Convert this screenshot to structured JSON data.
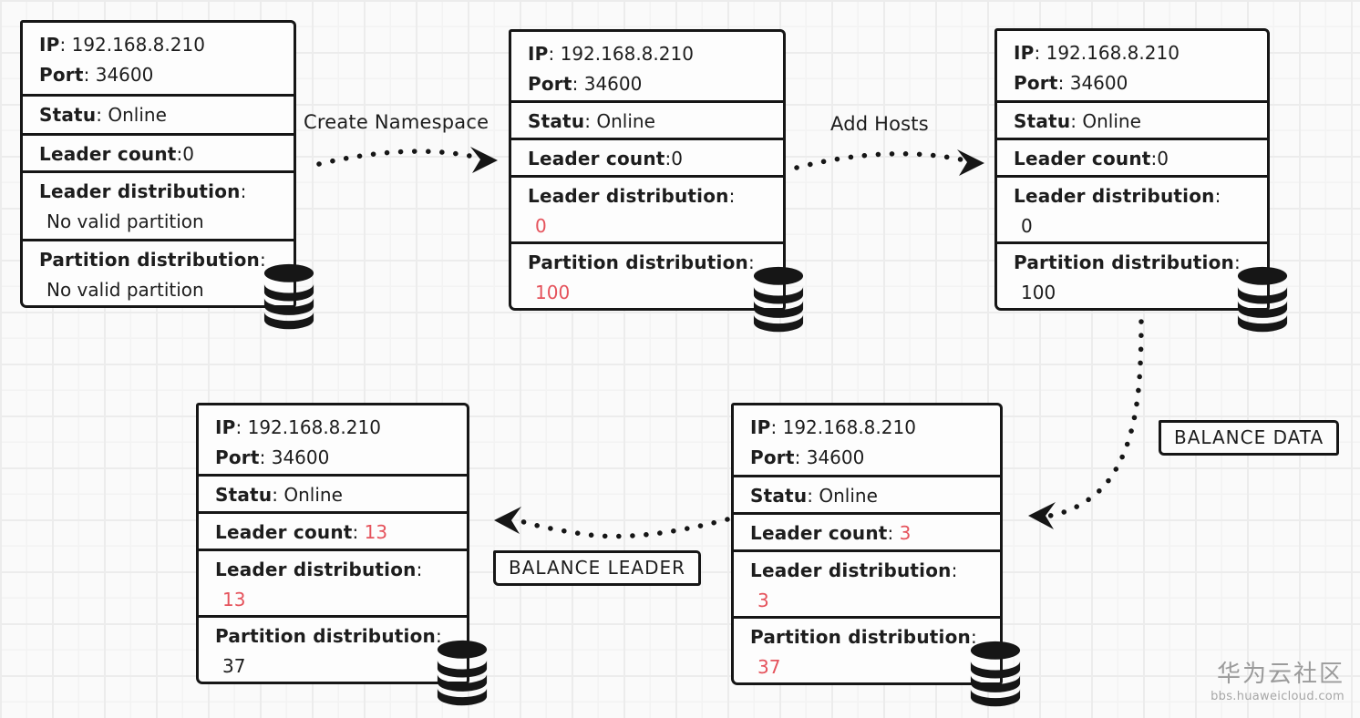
{
  "colors": {
    "ink": "#1d1d1d",
    "red": "#e5535c",
    "watermark": "#9b9b9b"
  },
  "boxes": [
    {
      "name": "node-state-initial",
      "ip": {
        "label": "IP",
        "sep": ": ",
        "value": "192.168.8.210"
      },
      "port": {
        "label": "Port",
        "sep": ": ",
        "value": "34600"
      },
      "status": {
        "label": "Statu",
        "sep": ": ",
        "value": "Online"
      },
      "leader_count": {
        "label": "Leader count",
        "sep": ":",
        "value": "0",
        "color": "#1d1d1d"
      },
      "leader_distribution": {
        "label": "Leader distribution",
        "sep": ":",
        "value": "No valid partition",
        "color": "#1d1d1d"
      },
      "partition_distribution": {
        "label": "Partition distribution",
        "sep": ":",
        "value": "No valid partition",
        "color": "#1d1d1d"
      }
    },
    {
      "name": "node-state-after-create-namespace",
      "ip": {
        "label": "IP",
        "sep": ": ",
        "value": "192.168.8.210"
      },
      "port": {
        "label": "Port",
        "sep": ": ",
        "value": "34600"
      },
      "status": {
        "label": "Statu",
        "sep": ": ",
        "value": "Online"
      },
      "leader_count": {
        "label": "Leader count",
        "sep": ":",
        "value": "0",
        "color": "#1d1d1d"
      },
      "leader_distribution": {
        "label": "Leader distribution",
        "sep": ":",
        "value": "0",
        "color": "#e5535c"
      },
      "partition_distribution": {
        "label": "Partition distribution",
        "sep": ":",
        "value": "100",
        "color": "#e5535c"
      }
    },
    {
      "name": "node-state-after-add-hosts",
      "ip": {
        "label": "IP",
        "sep": ": ",
        "value": "192.168.8.210"
      },
      "port": {
        "label": "Port",
        "sep": ": ",
        "value": "34600"
      },
      "status": {
        "label": "Statu",
        "sep": ": ",
        "value": "Online"
      },
      "leader_count": {
        "label": "Leader count",
        "sep": ":",
        "value": "0",
        "color": "#1d1d1d"
      },
      "leader_distribution": {
        "label": "Leader distribution",
        "sep": ":",
        "value": "0",
        "color": "#1d1d1d"
      },
      "partition_distribution": {
        "label": "Partition distribution",
        "sep": ":",
        "value": "100",
        "color": "#1d1d1d"
      }
    },
    {
      "name": "node-state-after-balance-data",
      "ip": {
        "label": "IP",
        "sep": ": ",
        "value": "192.168.8.210"
      },
      "port": {
        "label": "Port",
        "sep": ": ",
        "value": "34600"
      },
      "status": {
        "label": "Statu",
        "sep": ": ",
        "value": "Online"
      },
      "leader_count": {
        "label": "Leader count",
        "sep": ": ",
        "value": "3",
        "color": "#e5535c"
      },
      "leader_distribution": {
        "label": "Leader distribution",
        "sep": ":",
        "value": "3",
        "color": "#e5535c"
      },
      "partition_distribution": {
        "label": "Partition distribution",
        "sep": ":",
        "value": "37",
        "color": "#e5535c"
      }
    },
    {
      "name": "node-state-after-balance-leader",
      "ip": {
        "label": "IP",
        "sep": ": ",
        "value": "192.168.8.210"
      },
      "port": {
        "label": "Port",
        "sep": ": ",
        "value": "34600"
      },
      "status": {
        "label": "Statu",
        "sep": ": ",
        "value": "Online"
      },
      "leader_count": {
        "label": "Leader count",
        "sep": ": ",
        "value": "13",
        "color": "#e5535c"
      },
      "leader_distribution": {
        "label": "Leader distribution",
        "sep": ":",
        "value": "13",
        "color": "#e5535c"
      },
      "partition_distribution": {
        "label": "Partition distribution",
        "sep": ":",
        "value": "37",
        "color": "#1d1d1d"
      }
    }
  ],
  "arrows": {
    "create_namespace": "Create Namespace",
    "add_hosts": "Add Hosts",
    "balance_data": "BALANCE DATA",
    "balance_leader": "BALANCE LEADER"
  },
  "watermark": {
    "title": "华为云社区",
    "url": "bbs.huaweicloud.com"
  }
}
